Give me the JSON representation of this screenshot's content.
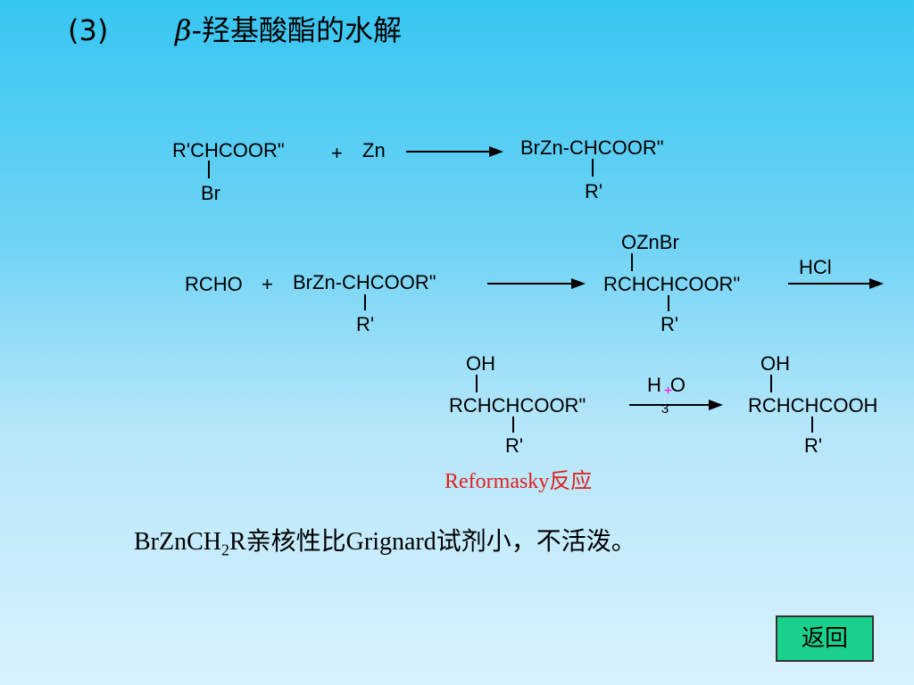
{
  "title": {
    "number": "(3)",
    "beta": "β",
    "text": "-羟基酸酯的水解"
  },
  "reaction1": {
    "reactant_main": "R'CHCOOR\"",
    "reactant_sub": "Br",
    "plus": "+",
    "reagent": "Zn",
    "product_main": "BrZn-CHCOOR\"",
    "product_sub": "R'"
  },
  "reaction2": {
    "reactant_a": "RCHO",
    "plus": "+",
    "reactant_b_main": "BrZn-CHCOOR\"",
    "reactant_b_sub": "R'",
    "product_top": "OZnBr",
    "product_main": "RCHCHCOOR\"",
    "product_sub": "R'",
    "arrow_label": "HCl"
  },
  "reaction3": {
    "reactant_top": "OH",
    "reactant_main": "RCHCHCOOR\"",
    "reactant_sub": "R'",
    "arrow_label_h": "H",
    "arrow_label_sub": "3",
    "arrow_label_o": "O",
    "arrow_label_charge": "+",
    "product_top": "OH",
    "product_main": "RCHCHCOOH",
    "product_sub": "R'"
  },
  "reaction_name": "Reformasky反应",
  "note": {
    "part1": "BrZnCH",
    "sub": "2",
    "part2": "R亲核性比Grignard试剂小，不活泼。"
  },
  "back_button": "返回",
  "colors": {
    "reaction_name": "#e02020",
    "back_button_bg": "#19d18c",
    "background_top": "#36c6f2",
    "background_bottom": "#d9f2fd"
  }
}
